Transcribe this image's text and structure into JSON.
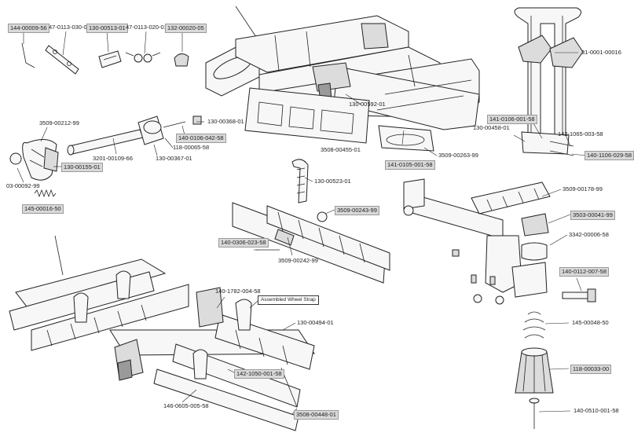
{
  "labels": {
    "l01": "144-00009-56",
    "l02": "47-0113-030-01",
    "l03": "130-00513-01",
    "l04": "47-0113-020-01",
    "l05": "132-00020-05",
    "l06": "31-0001-00016",
    "l07": "3509-00212-99",
    "l08": "130-00368-01",
    "l09": "140-0106-042-58",
    "l10": "118-00065-58",
    "l11": "3201-00109-66",
    "l12": "130-00367-01",
    "l13": "130-00155-01",
    "l14": "03-00092-99",
    "l15": "145-00016-50",
    "l16": "130-00592-01",
    "l17": "3508-00455-01",
    "l18": "3509-00263-99",
    "l19": "141-0105-001-58",
    "l20": "141-0106-001-58",
    "l21": "130-00458-01",
    "l22": "142-1065-003-58",
    "l23": "140-1106-029-58",
    "l24": "130-00523-01",
    "l25": "3509-00243-99",
    "l26": "140-0306-023-58",
    "l27": "3509-00242-99",
    "l28": "3509-00178-99",
    "l29": "3503-00041-99",
    "l30": "3342-00006-58",
    "l31": "140-0112-007-58",
    "l32": "140-1782-004-58",
    "l33": "Assembled Wheel Strap",
    "l34": "130-00494-01",
    "l35": "142-1050-001-58",
    "l36": "146-0605-005-58",
    "l37": "3508-00448-01",
    "l38": "145-00048-50",
    "l39": "118-00033-00",
    "l40": "140-0510-001-58"
  },
  "colors": {
    "line": "#222222",
    "part_fill": "#f7f7f7",
    "shade": "#9a9a9a",
    "label_highlight": "#d9d9d9"
  }
}
